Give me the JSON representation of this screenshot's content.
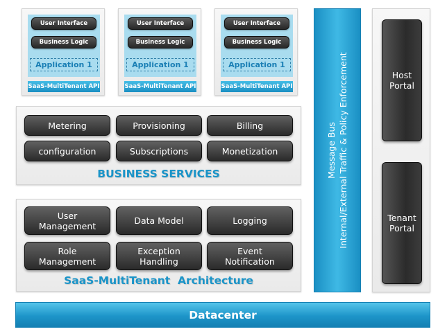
{
  "applications": [
    {
      "ui": "User Interface",
      "logic": "Business Logic",
      "app": "Application 1",
      "api": "SaaS-MultiTenant API"
    },
    {
      "ui": "User Interface",
      "logic": "Business Logic",
      "app": "Application 1",
      "api": "SaaS-MultiTenant API"
    },
    {
      "ui": "User Interface",
      "logic": "Business Logic",
      "app": "Application 1",
      "api": "SaaS-MultiTenant API"
    }
  ],
  "business_services": {
    "items": [
      "Metering",
      "Provisioning",
      "Billing",
      "configuration",
      "Subscriptions",
      "Monetization"
    ],
    "label": "BUSINESS SERVICES"
  },
  "architecture": {
    "items": [
      [
        "User",
        "Management"
      ],
      [
        "Data Model"
      ],
      [
        "Logging"
      ],
      [
        "Role",
        "Management"
      ],
      [
        "Exception",
        "Handling"
      ],
      [
        "Event",
        "Notification"
      ]
    ],
    "label": "SaaS-MultiTenant  Architecture"
  },
  "message_bus": {
    "line1": "Message Bus",
    "line2": "Internal/External Traffic & Policy Enforcement"
  },
  "portals": [
    {
      "line1": "Host",
      "line2": "Portal"
    },
    {
      "line1": "Tenant",
      "line2": "Portal"
    }
  ],
  "datacenter": "Datacenter",
  "colors": {
    "accent_blue": "#1a94c8",
    "service_box": "#3a3a3a",
    "app_inner": "#a9dcef"
  }
}
